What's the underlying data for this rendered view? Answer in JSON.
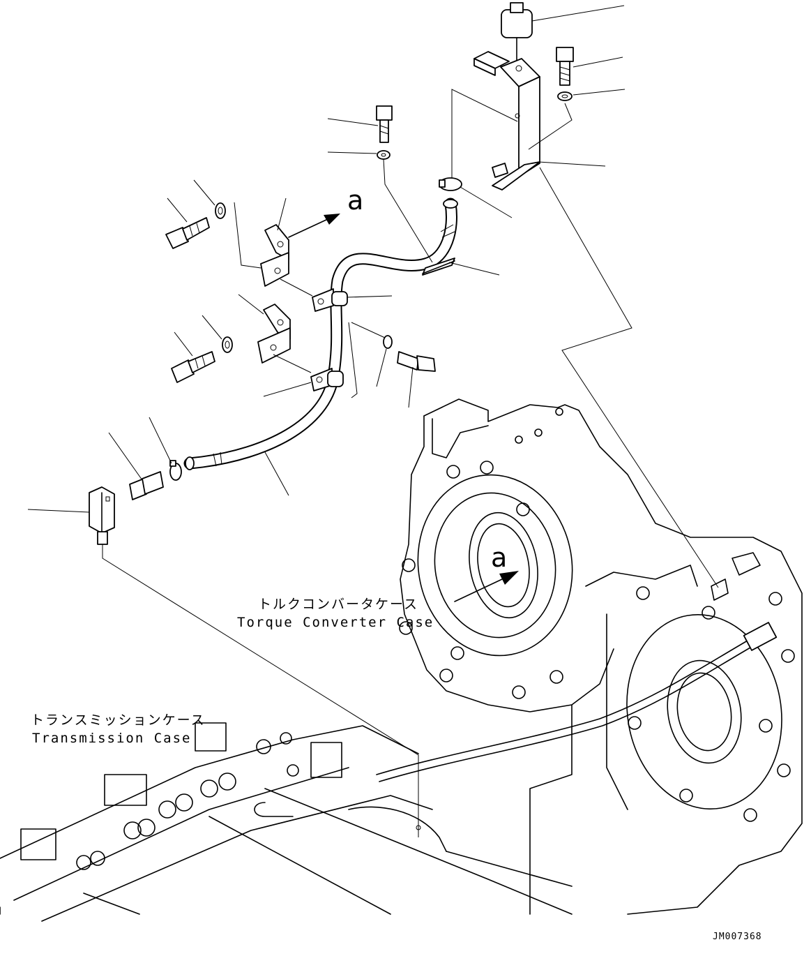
{
  "labels": {
    "torque_converter_jp": "トルクコンバータケース",
    "torque_converter_en": "Torque Converter Case",
    "transmission_jp": "トランスミッションケース",
    "transmission_en": "Transmission Case",
    "view_marker_top": "a",
    "view_marker_bottom": "a",
    "drawing_code": "JM007368"
  }
}
